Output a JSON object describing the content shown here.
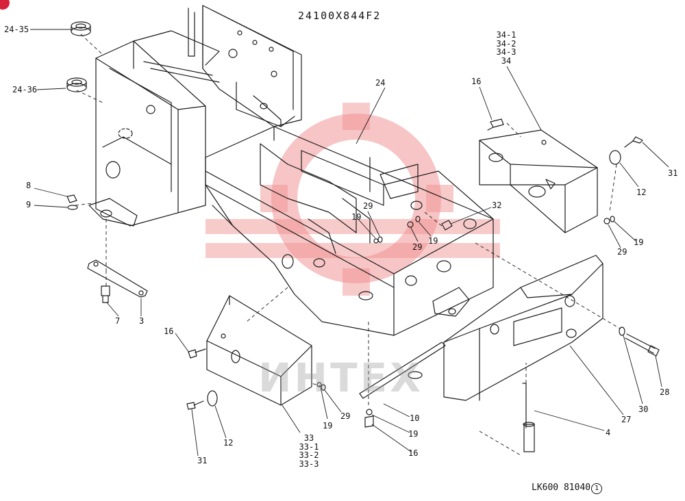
{
  "drawing": {
    "title": "24100X844F2",
    "code": "LK600 81040",
    "code_circle": "1",
    "watermark": "ИНТЕХ"
  },
  "callouts": {
    "c24_35": "24-35",
    "c24_36": "24-36",
    "c8": "8",
    "c9": "9",
    "c7": "7",
    "c3": "3",
    "c24": "24",
    "c16a": "16",
    "c16b": "16",
    "c16c": "16",
    "c31a": "31",
    "c31b": "31",
    "c12a": "12",
    "c12b": "12",
    "c19a": "19",
    "c19b": "19",
    "c19c": "19",
    "c19d": "19",
    "c19e": "19",
    "c29a": "29",
    "c29b": "29",
    "c29c": "29",
    "c29d": "29",
    "c32": "32",
    "c10": "10",
    "c4": "4",
    "c27": "27",
    "c30": "30",
    "c28": "28"
  },
  "stack_34": [
    "34-1",
    "34-2",
    "34-3",
    "34"
  ],
  "stack_33": [
    "33",
    "33-1",
    "33-2",
    "33-3"
  ],
  "colors": {
    "line": "#1a1a1a",
    "watermark_red": "#e88a8a",
    "badge": "#d6233a"
  }
}
